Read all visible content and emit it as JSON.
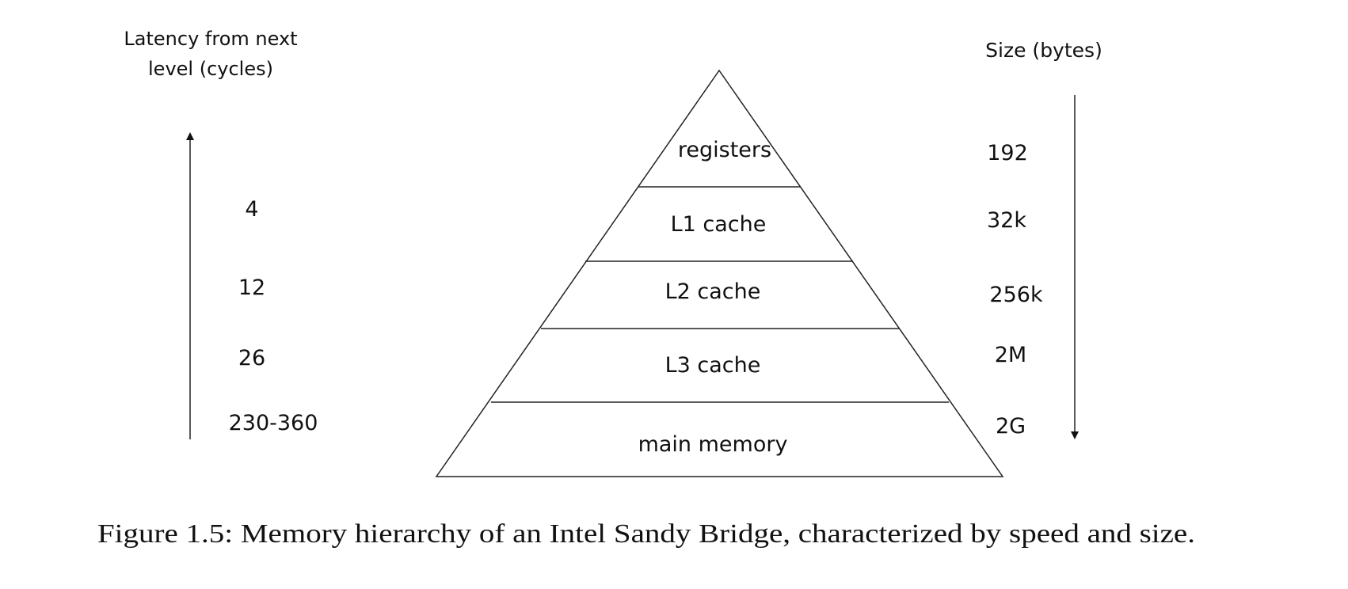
{
  "latency": {
    "header_line1": "Latency from next",
    "header_line2": "level (cycles)",
    "values": [
      "4",
      "12",
      "26",
      "230-360"
    ]
  },
  "size": {
    "header": "Size (bytes)",
    "values": [
      "192",
      "32k",
      "256k",
      "2M",
      "2G"
    ]
  },
  "pyramid": {
    "levels": [
      "registers",
      "L1 cache",
      "L2 cache",
      "L3 cache",
      "main memory"
    ]
  },
  "caption": "Figure 1.5: Memory hierarchy of an Intel Sandy Bridge, characterized by speed and size.",
  "colors": {
    "line": "#222222",
    "text": "#111111"
  }
}
